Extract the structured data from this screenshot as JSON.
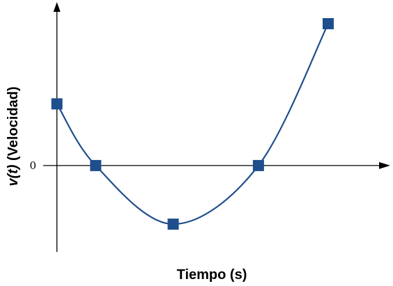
{
  "chart_data": {
    "type": "line",
    "xlabel": "Tiempo (s)",
    "ylabel_prefix": "v(t)",
    "ylabel_suffix": " (Velocidad)",
    "y_ticks": [
      "0"
    ],
    "series": [
      {
        "points": [
          {
            "x": 0.0,
            "y": 1.0
          },
          {
            "x": 1.0,
            "y": 0.0
          },
          {
            "x": 3.0,
            "y": -0.95
          },
          {
            "x": 5.2,
            "y": 0.0
          },
          {
            "x": 7.0,
            "y": 2.3
          }
        ]
      }
    ],
    "xlim": [
      -0.12,
      8.6
    ],
    "ylim": [
      -1.4,
      2.65
    ],
    "grid": false,
    "colors": {
      "series": "#1f4e8c",
      "axes": "#000000"
    }
  }
}
